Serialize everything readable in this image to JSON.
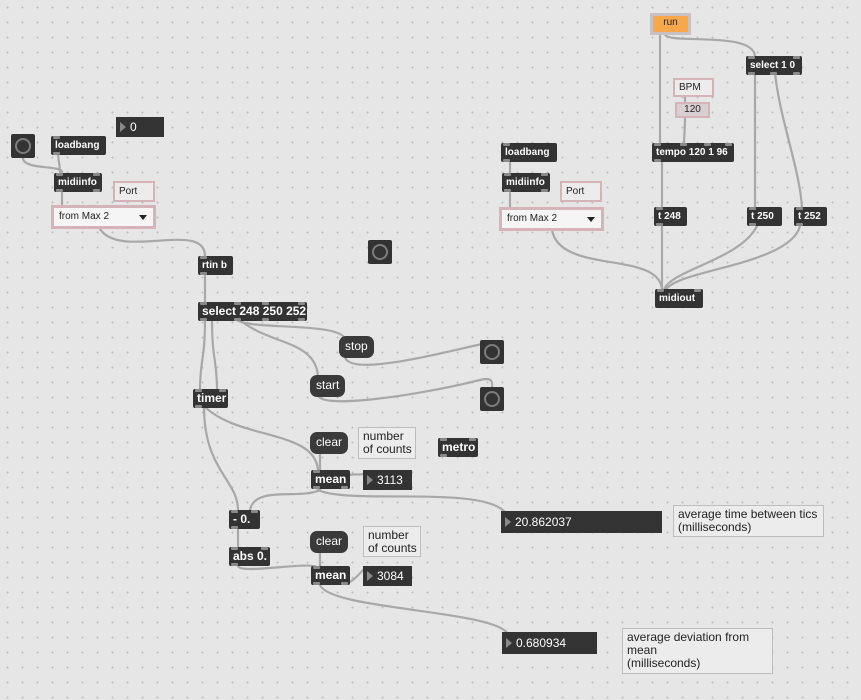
{
  "objects": {
    "loadbang_left": "loadbang",
    "midiinfo_left": "midiinfo",
    "rtin": "rtin b",
    "select_main": "select 248 250 252",
    "timer": "timer",
    "mean_top": "mean",
    "minus": "- 0.",
    "abs": "abs 0.",
    "mean_bottom": "mean",
    "metro": "metro",
    "loadbang_right": "loadbang",
    "midiinfo_right": "midiinfo",
    "tempo": "tempo 120 1 96",
    "select_right": "select 1 0",
    "t248": "t 248",
    "t250": "t 250",
    "t252": "t 252",
    "midiout": "midiout"
  },
  "messages": {
    "stop": "stop",
    "start": "start",
    "clear_top": "clear",
    "clear_bottom": "clear",
    "run": "run"
  },
  "numbers": {
    "zero": "0",
    "mean_count_top": "3113",
    "mean_count_bottom": "3084",
    "avg_time": "20.862037",
    "avg_dev": "0.680934",
    "bpm_value": "120"
  },
  "menus": {
    "port_left": "from Max 2",
    "port_right": "from Max 2"
  },
  "comments": {
    "port_left": "Port",
    "port_right": "Port",
    "counts_top": "number\nof counts",
    "counts_bottom": "number\nof counts",
    "avg_time_label": "average time between tics\n(milliseconds)",
    "avg_dev_label": "average deviation from\nmean\n(milliseconds)",
    "bpm_label": "BPM"
  },
  "colors": {
    "object_bg": "#333333",
    "cord": "#a8a8a8",
    "accent_run": "#f7a84a",
    "highlight_border": "#d6b2b9"
  }
}
